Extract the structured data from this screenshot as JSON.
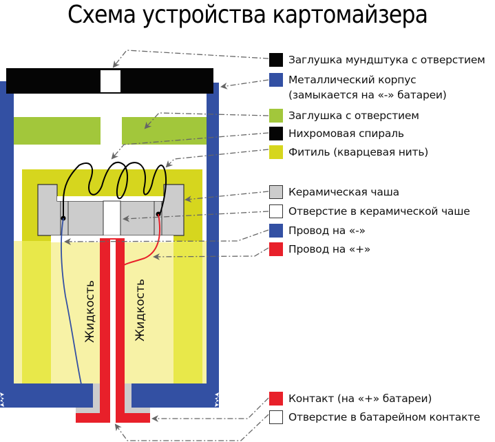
{
  "title": "Схема устройства картомайзера",
  "colors": {
    "mouthpiece_cap": "#050505",
    "metal_body": "#3350a3",
    "cap_with_hole": "#a2c73b",
    "nichrome_coil": "#000000",
    "wick": "#d6d61e",
    "wick_light": "#e8e84a",
    "liquid": "#f7f2a6",
    "ceramic_cup": "#cccccc",
    "hole": "#ffffff",
    "wire_minus": "#3350a3",
    "wire_plus": "#e8202a",
    "contact_plus": "#e8202a",
    "pointer": "#666666"
  },
  "diagram": {
    "liquid_label_left": "Жидкость",
    "liquid_label_right": "Жидкость"
  },
  "legend": [
    {
      "label": "Заглушка мундштука с отверстием",
      "color": "#050505",
      "outlined": false,
      "icon": "swatch-black"
    },
    {
      "label": "Металлический корпус\n(замыкается на «-» батареи)",
      "color": "#3350a3",
      "outlined": false,
      "icon": "swatch-blue"
    },
    {
      "label": "Заглушка с отверстием",
      "color": "#a2c73b",
      "outlined": false,
      "icon": "swatch-green"
    },
    {
      "label": "Нихромовая спираль",
      "color": "#050505",
      "outlined": false,
      "icon": "swatch-black"
    },
    {
      "label": "Фитиль (кварцевая нить)",
      "color": "#d6d61e",
      "outlined": false,
      "icon": "swatch-yellow"
    },
    {
      "label": "Керамическая чаша",
      "color": "#cccccc",
      "outlined": true,
      "icon": "swatch-gray"
    },
    {
      "label": "Отверстие в керамической чаше",
      "color": "#ffffff",
      "outlined": true,
      "icon": "swatch-white"
    },
    {
      "label": "Провод на «-»",
      "color": "#3350a3",
      "outlined": false,
      "icon": "swatch-blue"
    },
    {
      "label": "Провод на «+»",
      "color": "#e8202a",
      "outlined": false,
      "icon": "swatch-red"
    },
    {
      "label": "Контакт (на «+» батареи)",
      "color": "#e8202a",
      "outlined": false,
      "icon": "swatch-red"
    },
    {
      "label": "Отверстие в батарейном контакте",
      "color": "#ffffff",
      "outlined": true,
      "icon": "swatch-white"
    }
  ]
}
